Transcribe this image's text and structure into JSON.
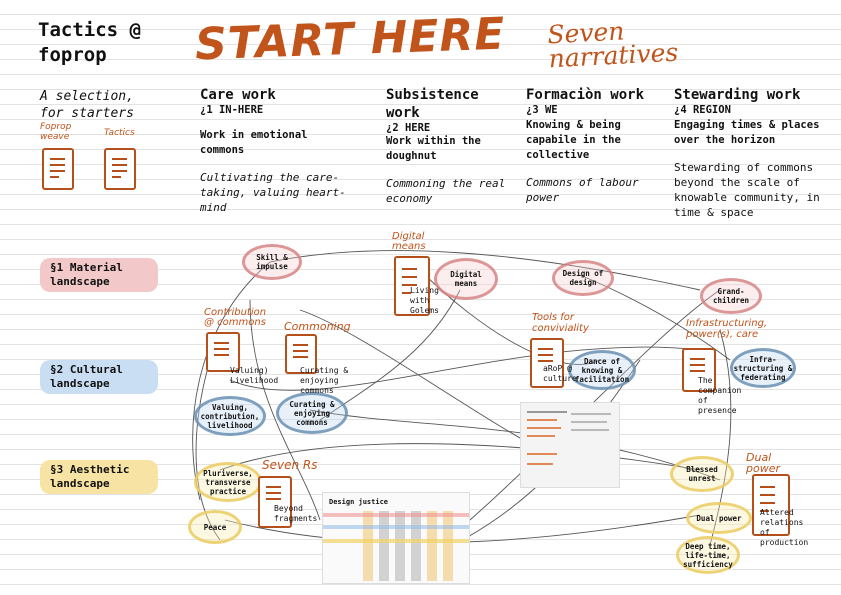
{
  "title": "Tactics @\nfoprop",
  "start_here": "START HERE",
  "seven_narratives": "Seven\nnarratives",
  "selection": "A selection,\nfor starters",
  "foprop_weave": "Foprop weave",
  "tactics_label": "Tactics",
  "columns": [
    {
      "heading": "Care work",
      "code": "¿1 IN-HERE",
      "sub": "Work in emotional commons",
      "italic": "Cultivating the care-taking, valuing heart-mind"
    },
    {
      "heading": "Subsistence work",
      "code": "¿2 HERE",
      "sub": "Work within the doughnut",
      "italic": "Commoning the real economy"
    },
    {
      "heading": "Formaciòn work",
      "code": "¿3 WE",
      "sub": "Knowing & being capabile in the collective",
      "italic": "Commons of labour power"
    },
    {
      "heading": "Stewarding work",
      "code": "¿4 REGION",
      "sub": "Engaging times & places over the horizon",
      "plain": "Stewarding of commons beyond the scale of knowable community, in time & space"
    }
  ],
  "rows": [
    {
      "label": "§1 Material landscape",
      "color": "#f3c8c8"
    },
    {
      "label": "§2 Cultural landscape",
      "color": "#c9def3"
    },
    {
      "label": "§3 Aesthetic landscape",
      "color": "#f7e3a3"
    }
  ],
  "bubbles": {
    "skill": "Skill & impulse",
    "digital_means": "Digital means",
    "design": "Design of design",
    "grand": "Grand-children",
    "valuing": "Valuing, contribution, livelihood",
    "curating": "Curating & enjoying commons",
    "dance": "Dance of knowing & facilitation",
    "infra": "Infra-structuring & federating",
    "pluriverse": "Pluriverse, transverse practice",
    "peace": "Peace",
    "blessed": "Blessed unrest",
    "dual": "Dual power",
    "deep": "Deep time, life-time, sufficiency"
  },
  "handwritten": {
    "contribution": "Contribution @ commons",
    "commoning": "Commoning",
    "digital_means": "Digital means",
    "tools": "Tools for conviviality",
    "infra": "Infrastructuring, power(s), care",
    "sevens": "Seven Rs",
    "dual_power": "Dual power"
  },
  "doc_texts": {
    "valuing": "Valuing) Livelihood",
    "curating": "Curating & enjoying commons",
    "living": "Living with Golems",
    "arop": "aRoP @ culture",
    "companion": "The companion of presence",
    "beyond": "Beyond fragments",
    "altered": "Altered relations of production"
  },
  "design_justice": "Design justice"
}
